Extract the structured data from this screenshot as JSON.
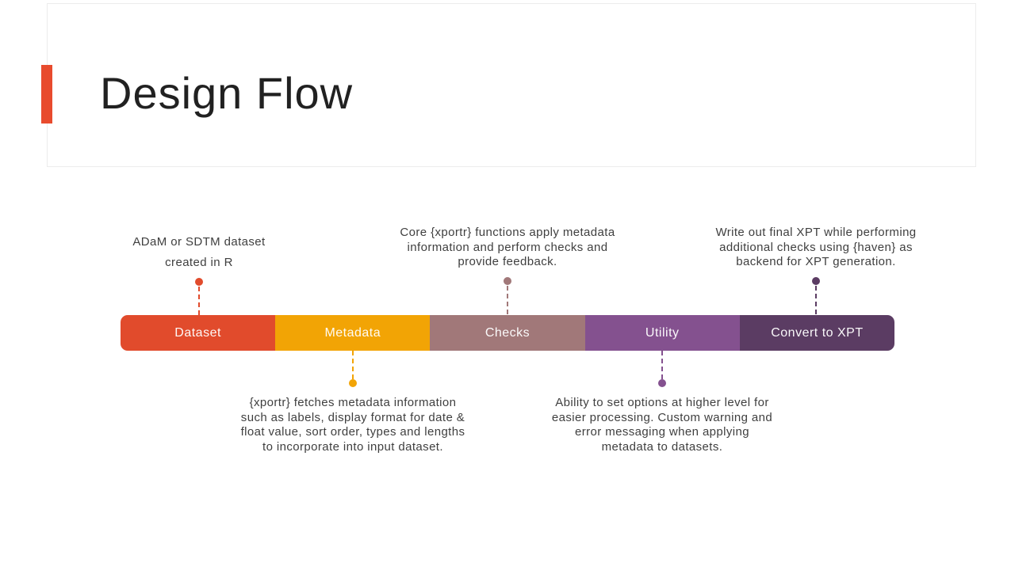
{
  "slide": {
    "title": "Design Flow"
  },
  "colors": {
    "accent": "#E84B2D",
    "body_text": "#3F3F3F",
    "title_text": "#212121",
    "card_border": "#ECECEC"
  },
  "flow": {
    "segments": [
      {
        "label": "Dataset",
        "color": "#E14B2C"
      },
      {
        "label": "Metadata",
        "color": "#F2A405"
      },
      {
        "label": "Checks",
        "color": "#A17879"
      },
      {
        "label": "Utility",
        "color": "#84518F"
      },
      {
        "label": "Convert to XPT",
        "color": "#5B3C63"
      }
    ]
  },
  "annotations": {
    "dataset": {
      "lines": [
        "ADaM or SDTM dataset",
        "created in R"
      ]
    },
    "metadata": {
      "lines": [
        "{xportr} fetches metadata information",
        "such as labels, display format for date &",
        "float value, sort order, types and lengths",
        "to incorporate into input dataset."
      ]
    },
    "checks": {
      "lines": [
        "Core {xportr} functions apply metadata",
        "information and perform checks and",
        "provide feedback."
      ]
    },
    "utility": {
      "lines": [
        "Ability to set options at higher level for",
        "easier processing. Custom warning and",
        "error messaging when applying",
        "metadata to datasets."
      ]
    },
    "convert": {
      "lines": [
        "Write out final XPT while performing",
        "additional checks using {haven} as",
        "backend for XPT generation."
      ]
    }
  }
}
